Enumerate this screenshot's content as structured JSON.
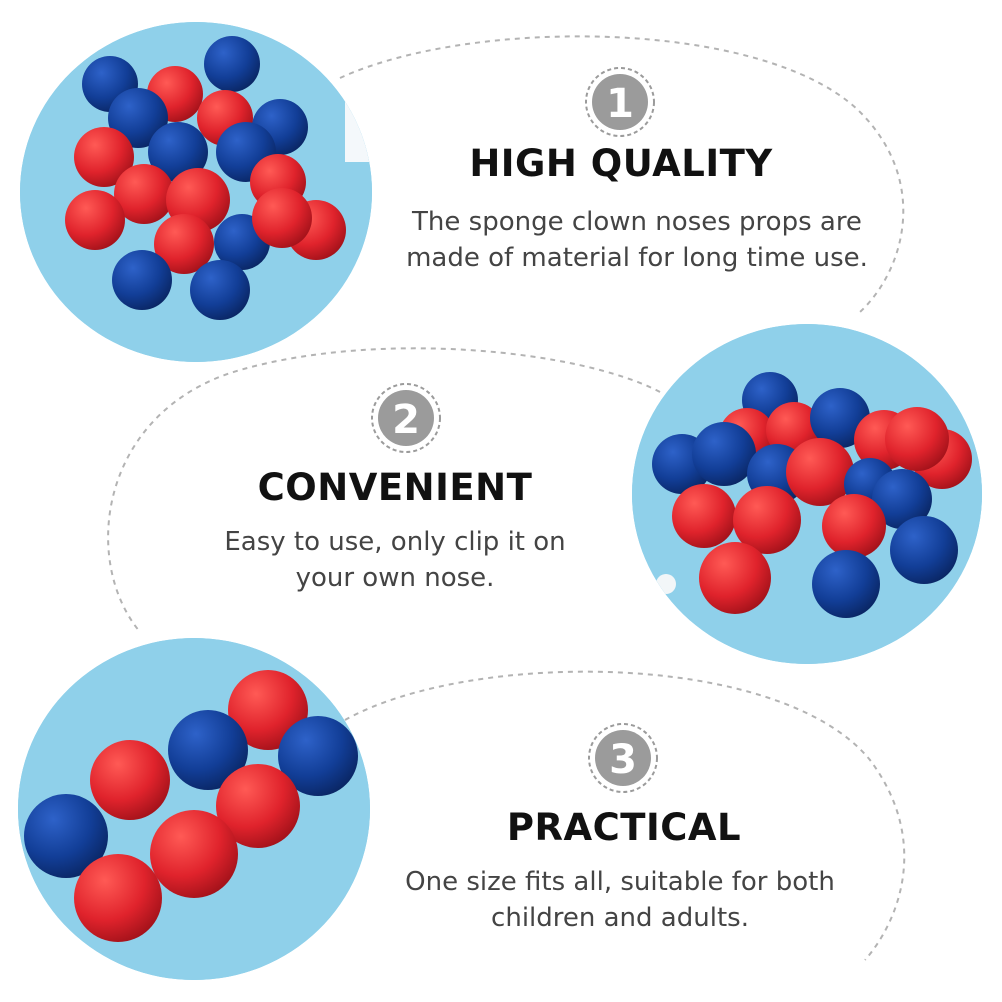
{
  "features": [
    {
      "number": "1",
      "title": "HIGH QUALITY",
      "description": "The sponge clown noses props are made of material for long time use."
    },
    {
      "number": "2",
      "title": "CONVENIENT",
      "description": "Easy to use, only clip it on your own nose."
    },
    {
      "number": "3",
      "title": "PRACTICAL",
      "description": "One size fits all, suitable for both children and adults."
    }
  ],
  "colors": {
    "background": "#8fd0ea",
    "red": "#e0232c",
    "blue": "#123e97",
    "badge": "#9b9b9b"
  }
}
